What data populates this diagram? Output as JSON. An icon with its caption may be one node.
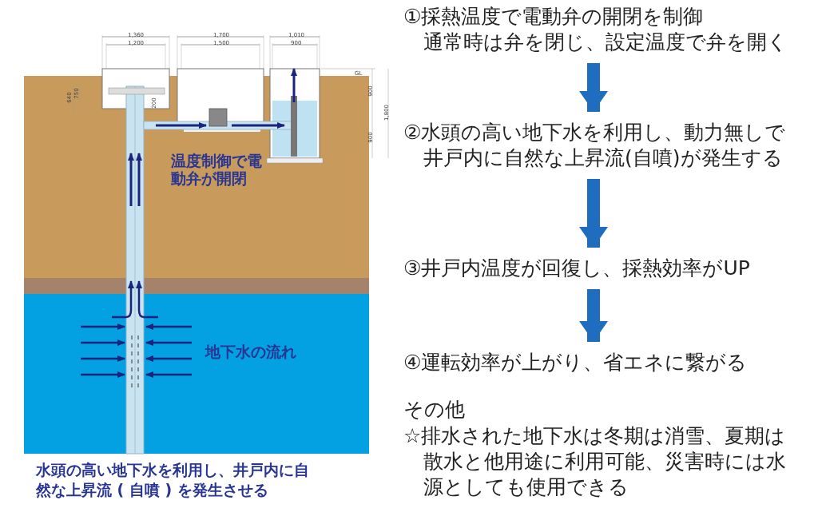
{
  "diagram": {
    "nodes": [
      {
        "text": [
          "①採熱温度で電動弁の開閉を制御",
          "通常時は弁を閉じ、設定温度で弁を開く"
        ]
      },
      {
        "text": [
          "②水頭の高い地下水を利用し、動力無しで井戸内に自然な上昇流(自噴)が発生する"
        ]
      },
      {
        "text": [
          "③井戸内温度が回復し、採熱効率がUP"
        ]
      },
      {
        "text": [
          "④運転効率が上がり、省エネに繋がる"
        ]
      }
    ],
    "edges": [
      {
        "from": 0,
        "to": 1,
        "arrow": "to"
      },
      {
        "from": 1,
        "to": 2,
        "arrow": "to"
      },
      {
        "from": 2,
        "to": 3,
        "arrow": "to"
      }
    ],
    "labels": [
      "1,360",
      "1,200",
      "1,700",
      "1,500",
      "1,010",
      "900",
      "GL",
      "640",
      "750",
      "200",
      "900",
      "1,800",
      "900",
      "温度制御で電動弁が開閉",
      "地下水の流れ",
      "水頭の高い地下水を利用し、井戸内に自然な上昇流 ( 自噴 ) を発生させる",
      "その他",
      "☆排水された地下水は冬期は消雪、夏期は散水と他用途に利用可能、災害時には水源としても使用できる"
    ]
  }
}
